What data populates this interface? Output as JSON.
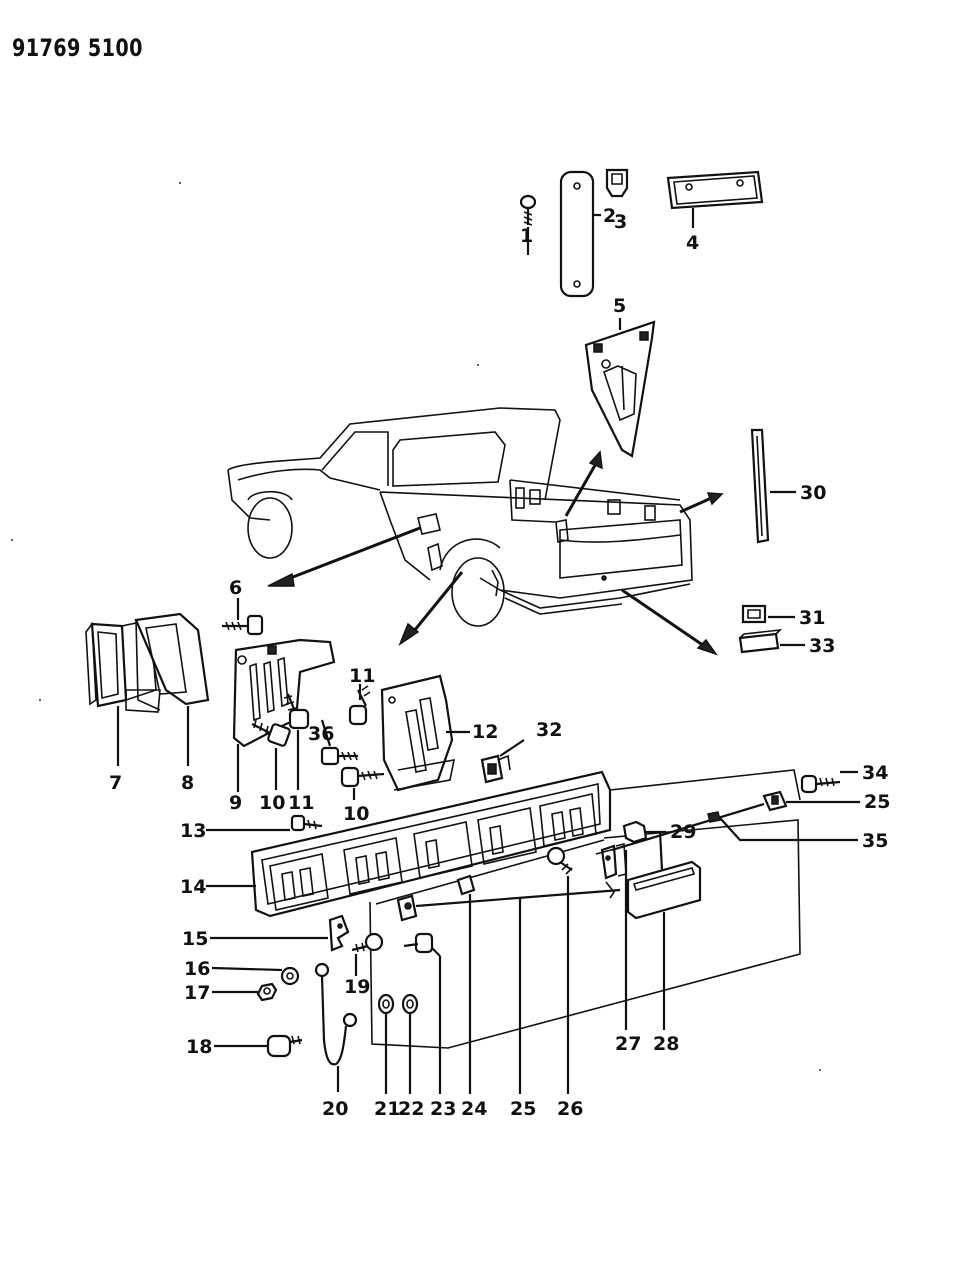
{
  "header": {
    "code": "91769 5100"
  },
  "callouts": [
    {
      "id": "c1",
      "text": "1"
    },
    {
      "id": "c2",
      "text": "2"
    },
    {
      "id": "c3",
      "text": "3"
    },
    {
      "id": "c4",
      "text": "4"
    },
    {
      "id": "c5",
      "text": "5"
    },
    {
      "id": "c6",
      "text": "6"
    },
    {
      "id": "c7",
      "text": "7"
    },
    {
      "id": "c8",
      "text": "8"
    },
    {
      "id": "c9",
      "text": "9"
    },
    {
      "id": "c10a",
      "text": "10"
    },
    {
      "id": "c10b",
      "text": "10"
    },
    {
      "id": "c11a",
      "text": "11"
    },
    {
      "id": "c11b",
      "text": "11"
    },
    {
      "id": "c12",
      "text": "12"
    },
    {
      "id": "c13",
      "text": "13"
    },
    {
      "id": "c14",
      "text": "14"
    },
    {
      "id": "c15",
      "text": "15"
    },
    {
      "id": "c16",
      "text": "16"
    },
    {
      "id": "c17",
      "text": "17"
    },
    {
      "id": "c18",
      "text": "18"
    },
    {
      "id": "c19",
      "text": "19"
    },
    {
      "id": "c20",
      "text": "20"
    },
    {
      "id": "c21",
      "text": "21"
    },
    {
      "id": "c22",
      "text": "22"
    },
    {
      "id": "c23",
      "text": "23"
    },
    {
      "id": "c24",
      "text": "24"
    },
    {
      "id": "c25a",
      "text": "25"
    },
    {
      "id": "c25b",
      "text": "25"
    },
    {
      "id": "c26",
      "text": "26"
    },
    {
      "id": "c27",
      "text": "27"
    },
    {
      "id": "c28",
      "text": "28"
    },
    {
      "id": "c29",
      "text": "29"
    },
    {
      "id": "c30",
      "text": "30"
    },
    {
      "id": "c31",
      "text": "31"
    },
    {
      "id": "c32",
      "text": "32"
    },
    {
      "id": "c33",
      "text": "33"
    },
    {
      "id": "c34",
      "text": "34"
    },
    {
      "id": "c35",
      "text": "35"
    },
    {
      "id": "c36",
      "text": "36"
    }
  ]
}
